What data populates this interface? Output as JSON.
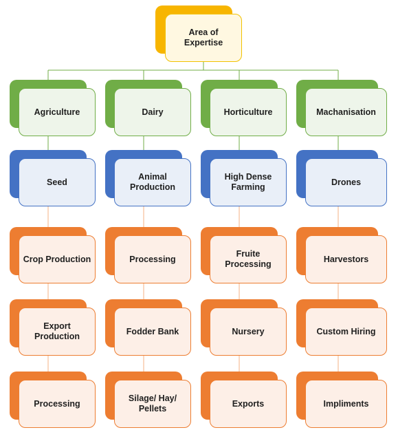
{
  "colors": {
    "root": {
      "back": "#F7B500",
      "front_bg": "#FFF8E1",
      "border": "#F2C100"
    },
    "green": {
      "back": "#70AD47",
      "front_bg": "#EEF5EA",
      "border": "#70AD47"
    },
    "blue": {
      "back": "#4472C4",
      "front_bg": "#E9EFF8",
      "border": "#4472C4"
    },
    "orange": {
      "back": "#ED7D31",
      "front_bg": "#FDEFE7",
      "border": "#ED7D31"
    },
    "connector_green": "#70AD47",
    "connector_orange": "#F4B183"
  },
  "root": {
    "text": "Area of\nExpertise"
  },
  "columns": [
    {
      "category": "Agriculture",
      "sub": "Seed",
      "items": [
        "Crop Production",
        "Export\nProduction",
        "Processing"
      ]
    },
    {
      "category": "Dairy",
      "sub": "Animal\nProduction",
      "items": [
        "Processing",
        "Fodder Bank",
        "Silage/ Hay/\nPellets"
      ]
    },
    {
      "category": "Horticulture",
      "sub": "High Dense\nFarming",
      "items": [
        "Fruite Processing",
        "Nursery",
        "Exports"
      ]
    },
    {
      "category": "Machanisation",
      "sub": "Drones",
      "items": [
        "Harvestors",
        "Custom Hiring",
        "Impliments"
      ]
    }
  ]
}
